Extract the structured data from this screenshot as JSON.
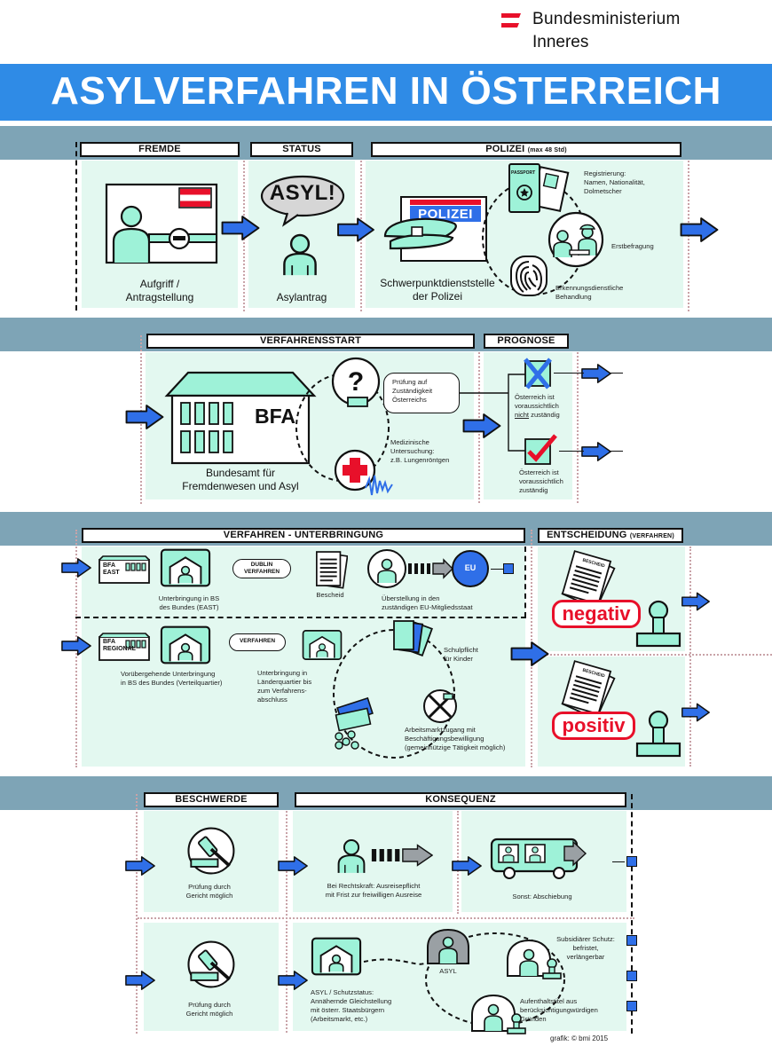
{
  "brand": {
    "line1": "Bundesministerium",
    "line2": "Inneres"
  },
  "title": "ASYLVERFAHREN IN ÖSTERREICH",
  "section1": {
    "headers": {
      "fremde": "FREMDE",
      "status": "STATUS",
      "polizei": "POLIZEI",
      "polizei_note": "(max 48 Std)"
    },
    "aufgriff": "Aufgriff /\nAntragstellung",
    "asyl_bubble": "ASYL!",
    "asylantrag": "Asylantrag",
    "polizei_sign": "POLIZEI",
    "passport": "PASSPORT",
    "polizei_caption": "Schwerpunktdienststelle\nder Polizei",
    "registrierung": "Registrierung:\nNamen, Nationalität,\nDolmetscher",
    "erstbefragung": "Erstbefragung",
    "erkennung": "Erkennungsdienstliche\nBehandlung"
  },
  "section2": {
    "headers": {
      "start": "VERFAHRENSSTART",
      "prognose": "PROGNOSE"
    },
    "bfa_sign": "BFA",
    "bfa_caption": "Bundesamt für\nFremdenwesen und Asyl",
    "pruefung": "Prüfung auf\nZuständigkeit\nÖsterreichs",
    "medizin": "Medizinische\nUntersuchung:\nz.B. Lungenröntgen",
    "nicht_prefix": "Österreich ist\nvoraussichtlich\n",
    "nicht_word": "nicht",
    "nicht_suffix": " zuständig",
    "zustaendig": "Österreich ist\nvoraussichtlich\nzuständig"
  },
  "section3": {
    "headers": {
      "verfahren": "VERFAHREN - UNTERBRINGUNG",
      "entscheidung": "ENTSCHEIDUNG",
      "entscheidung_note": "(VERFAHREN)"
    },
    "bfa_east": "BFA\nEAST",
    "bfa_regional": "BFA\nREGIONAL",
    "dublin": "DUBLIN\nVERFAHREN",
    "verfahren_pill": "VERFAHREN",
    "bescheid_small": "BESCHEID",
    "eu": "EU",
    "unterbringung_east": "Unterbringung in BS\ndes Bundes (EAST)",
    "bescheid": "Bescheid",
    "ueberstellung": "Überstellung in den\nzuständigen EU-Mitgliedsstaat",
    "voruebergehend": "Vorübergehende Unterbringung\nin BS des Bundes (Verteilquartier)",
    "laender": "Unterbringung in\nLänderquartier bis\nzum Verfahrens-\nabschluss",
    "schulpflicht": "Schulpflicht\nfür Kinder",
    "arbeit": "Arbeitsmarktzugang mit\nBeschäftigungsbewilligung\n(gemeinnützige Tätigkeit möglich)",
    "negativ": "negativ",
    "positiv": "positiv"
  },
  "section4": {
    "headers": {
      "beschwerde": "BESCHWERDE",
      "konsequenz": "KONSEQUENZ"
    },
    "pruefung_gericht": "Prüfung durch\nGericht möglich",
    "ausreise": "Bei Rechtskraft: Ausreisepflicht\nmit Frist zur freiwilligen Ausreise",
    "abschiebung": "Sonst: Abschiebung",
    "asyl_small": "ASYL",
    "subsidiaer": "Subsidiärer Schutz:\nbefristet,\nverlängerbar",
    "asyl_status": "ASYL / Schutzstatus:\nAnnähernde Gleichstellung\nmit österr. Staatsbürgern\n(Arbeitsmarkt, etc.)",
    "aufenthalt": "Aufenthaltstitel aus\nberücksichtigungwürdigen\nGründen"
  },
  "credit": "grafik: © bmi 2015",
  "colors": {
    "title_bar": "#2f8be6",
    "band": "#7ea4b6",
    "panel": "#e3f8f0",
    "mint": "#9ef2d8",
    "arrow": "#2f6fe8",
    "red": "#e8102a"
  }
}
